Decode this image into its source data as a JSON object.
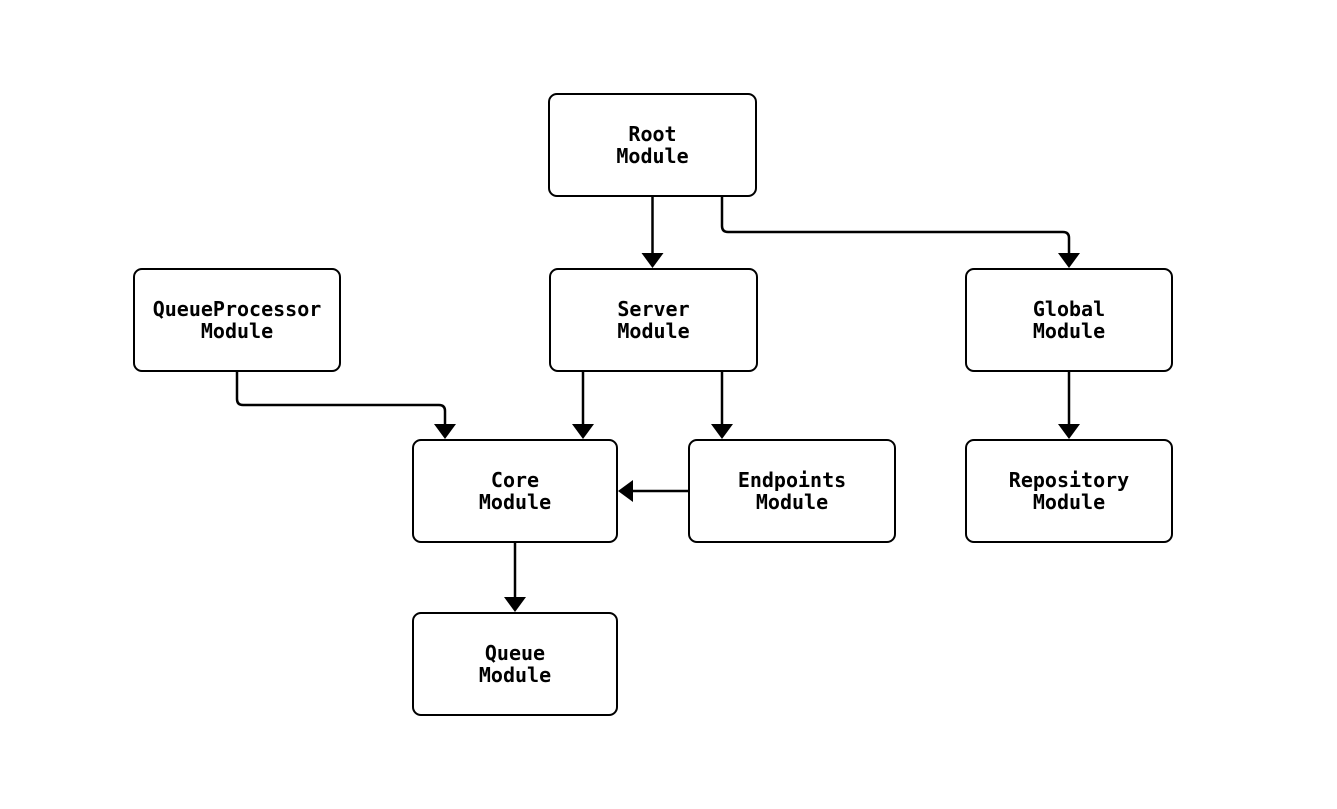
{
  "diagram": {
    "type": "module-dependency-graph",
    "background_color": "#ffffff",
    "stroke_color": "#000000",
    "node_fill_color": "#ffffff",
    "nodes": {
      "root": {
        "label": "Root\nModule"
      },
      "queueprocessor": {
        "label": "QueueProcessor\nModule"
      },
      "server": {
        "label": "Server\nModule"
      },
      "global": {
        "label": "Global\nModule"
      },
      "core": {
        "label": "Core\nModule"
      },
      "endpoints": {
        "label": "Endpoints\nModule"
      },
      "repository": {
        "label": "Repository\nModule"
      },
      "queue": {
        "label": "Queue\nModule"
      }
    },
    "edges": [
      {
        "from": "Root Module",
        "to": "Server Module"
      },
      {
        "from": "Root Module",
        "to": "Global Module"
      },
      {
        "from": "QueueProcessor Module",
        "to": "Core Module"
      },
      {
        "from": "Server Module",
        "to": "Core Module"
      },
      {
        "from": "Server Module",
        "to": "Endpoints Module"
      },
      {
        "from": "Endpoints Module",
        "to": "Core Module"
      },
      {
        "from": "Global Module",
        "to": "Repository Module"
      },
      {
        "from": "Core Module",
        "to": "Queue Module"
      }
    ]
  }
}
